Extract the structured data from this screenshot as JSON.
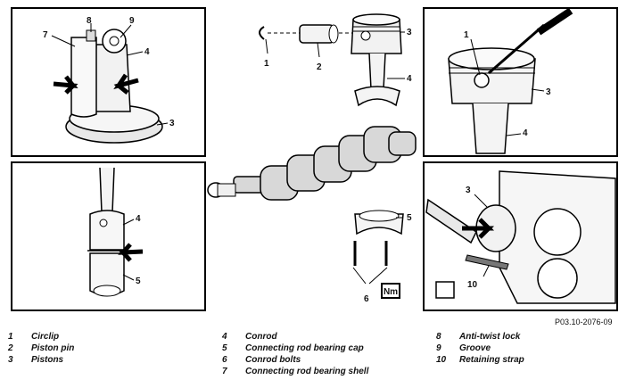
{
  "figure": {
    "reference": "P03.10-2076-09",
    "torque_badge": "Nm",
    "callouts": {
      "p1": [
        "7",
        "8",
        "9",
        "4",
        "3"
      ],
      "p2": [
        "4",
        "5"
      ],
      "center": [
        "1",
        "2",
        "3",
        "4",
        "5",
        "6"
      ],
      "p3": [
        "1",
        "3",
        "4"
      ],
      "p4": [
        "3",
        "10"
      ]
    }
  },
  "legend": [
    [
      {
        "num": "1",
        "text": "Circlip"
      },
      {
        "num": "2",
        "text": "Piston pin"
      },
      {
        "num": "3",
        "text": "Pistons"
      }
    ],
    [
      {
        "num": "4",
        "text": "Conrod"
      },
      {
        "num": "5",
        "text": "Connecting rod bearing cap"
      },
      {
        "num": "6",
        "text": "Conrod bolts"
      },
      {
        "num": "7",
        "text": "Connecting rod bearing shell"
      }
    ],
    [
      {
        "num": "8",
        "text": "Anti-twist lock"
      },
      {
        "num": "9",
        "text": "Groove"
      },
      {
        "num": "10",
        "text": "Retaining strap"
      }
    ]
  ]
}
